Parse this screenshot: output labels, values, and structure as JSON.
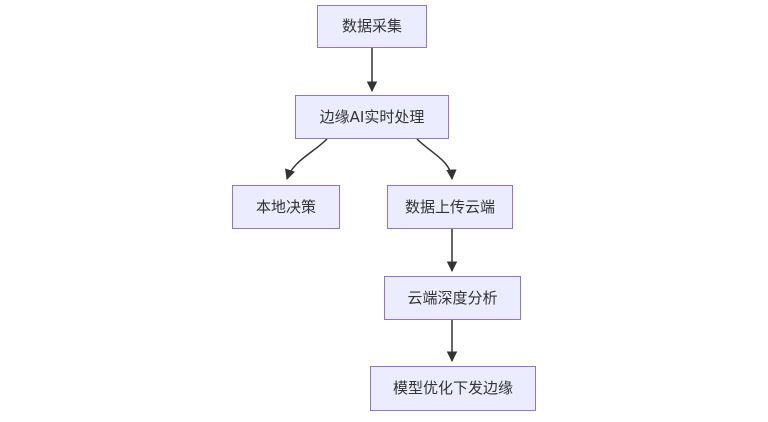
{
  "diagram": {
    "type": "flowchart",
    "direction": "top-down",
    "background_color": "#FFFFFF",
    "node_fill_color": "#ECECFF",
    "node_border_color": "#9370DB",
    "edge_color": "#333333",
    "text_color": "#333333",
    "nodes": [
      {
        "id": "A",
        "label": "数据采集"
      },
      {
        "id": "B",
        "label": "边缘AI实时处理"
      },
      {
        "id": "C",
        "label": "本地决策"
      },
      {
        "id": "D",
        "label": "数据上传云端"
      },
      {
        "id": "E",
        "label": "云端深度分析"
      },
      {
        "id": "F",
        "label": "模型优化下发边缘"
      }
    ],
    "edges": [
      {
        "from": "数据采集",
        "to": "边缘AI实时处理",
        "style": "arrow"
      },
      {
        "from": "边缘AI实时处理",
        "to": "本地决策",
        "style": "arrow"
      },
      {
        "from": "边缘AI实时处理",
        "to": "数据上传云端",
        "style": "arrow"
      },
      {
        "from": "数据上传云端",
        "to": "云端深度分析",
        "style": "arrow"
      },
      {
        "from": "云端深度分析",
        "to": "模型优化下发边缘",
        "style": "arrow"
      }
    ]
  }
}
